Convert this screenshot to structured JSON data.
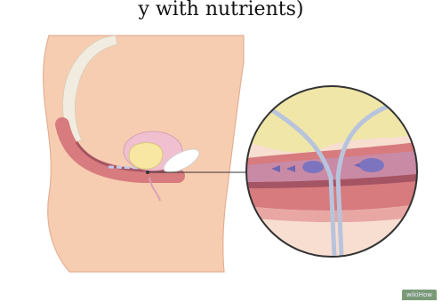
{
  "caption": "y with nutrients)",
  "watermark": "wikiHow",
  "colors": {
    "skin": "#f7cdb2",
    "skin_outline": "#e3b095",
    "bone": "#f2ece0",
    "colon": "#d77b7e",
    "colon_dark": "#a55463",
    "colon_lumen": "#c0ccec",
    "prostate": "#f0c0d0",
    "bladder": "#f7e7a2",
    "magnifier_bg": "#efe6a8",
    "tube": "#b8c4dc",
    "connector": "#333333"
  },
  "icons": {
    "inset": "magnifier-circle"
  }
}
